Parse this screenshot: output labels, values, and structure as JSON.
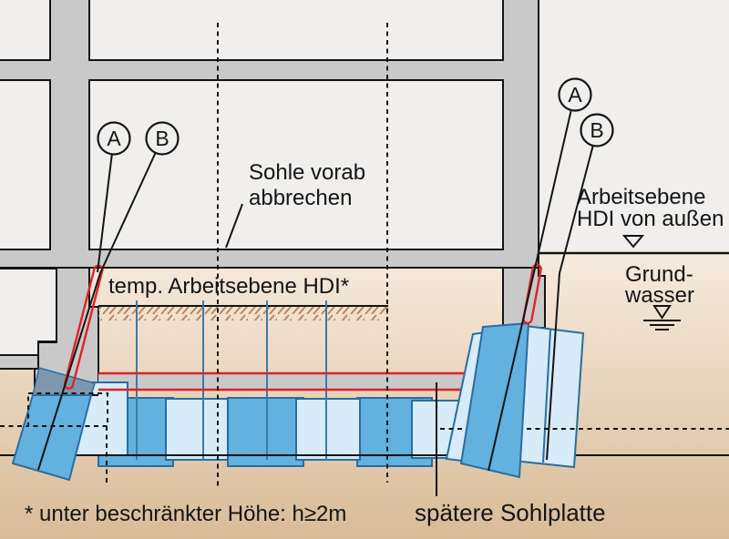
{
  "diagram": {
    "markers": {
      "a": "A",
      "b": "B"
    },
    "annotations": {
      "sohle_line1": "Sohle vorab",
      "sohle_line2": "abbrechen",
      "temp_level": "temp. Arbeitsebene HDI*",
      "outside_level_line1": "Arbeitsebene",
      "outside_level_line2": "HDI von außen",
      "groundwater_line1": "Grund-",
      "groundwater_line2": "wasser",
      "base_slab": "spätere Sohlplatte",
      "footnote": "* unter beschränkter Höhe: h≥2m"
    },
    "colors": {
      "structure_gray": "#c9c9c9",
      "room": "#f0efed",
      "soil_top": "#f6ebdd",
      "soil_bottom": "#d9bb98",
      "grout_medium": "#62b1de",
      "grout_light": "#d7ebf8",
      "grout_stroke": "#2a6d9e",
      "drill_blue": "#3c7aa9",
      "overlay_slate": "#7d98ac",
      "red": "#e02128",
      "hatch_brown": "#b5835a",
      "line": "#141414"
    }
  }
}
